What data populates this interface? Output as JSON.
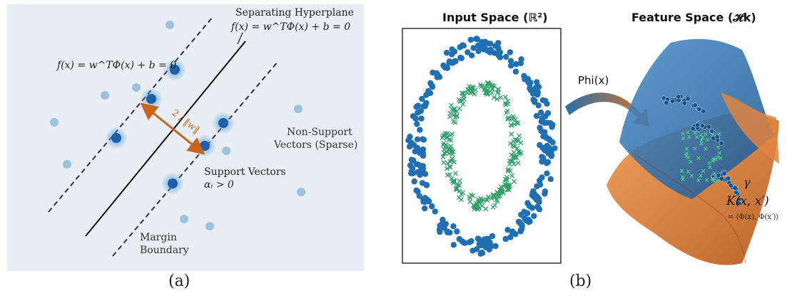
{
  "panel_a": {
    "caption": "(a)",
    "hyperplane_title": "Separating Hyperplane",
    "hyperplane_eq": "f(x) = w^TΦ(x) + b = 0",
    "margin_eq": "f(x) = w^TΦ(x) + b = 0",
    "margin_width": "2 / ‖w‖",
    "non_support_label_1": "Non-Support",
    "non_support_label_2": "Vectors (Sparse)",
    "support_label_1": "Support Vectors",
    "support_label_2": "αᵢ > 0",
    "boundary_label_1": "Margin",
    "boundary_label_2": "Boundary",
    "colors": {
      "background": "#e8eef4",
      "support": "#1d5fa8",
      "non_support": "#9cc2e0",
      "arrow": "#c8651b"
    }
  },
  "panel_b": {
    "caption": "(b)",
    "input_title": "Input Space (ℝ²)",
    "feature_title": "Feature Space (𝓗k)",
    "phi_label": "Phi(x)",
    "gamma_label": "γ",
    "kernel_label": "K(x, x′)",
    "kernel_inner": "= ⟨Φ(x), Φ(x′)⟩",
    "colors": {
      "outer_ring": "#1f6fb2",
      "inner_ring": "#2e9e6a",
      "surface_blue": "#2d6fa8",
      "surface_orange": "#d9742a"
    }
  }
}
